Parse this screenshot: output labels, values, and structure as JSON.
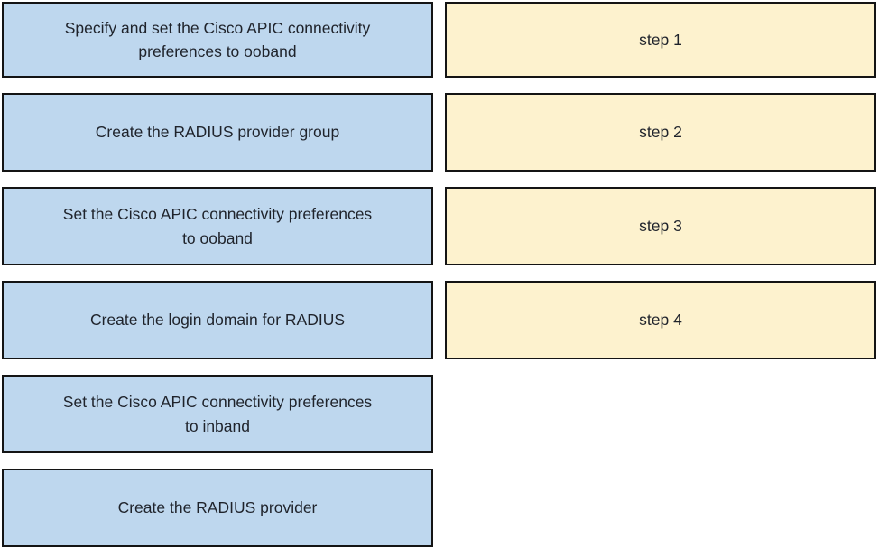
{
  "colors": {
    "option_fill": "#bed7ee",
    "step_fill": "#fdf2ce",
    "border": "#141414",
    "text": "#1f232b",
    "background": "#ffffff"
  },
  "options": [
    {
      "label": "Specify and set the Cisco APIC connectivity\npreferences to ooband"
    },
    {
      "label": "Create the RADIUS provider group"
    },
    {
      "label": "Set the Cisco APIC connectivity preferences\nto ooband"
    },
    {
      "label": "Create the login domain for RADIUS"
    },
    {
      "label": "Set the Cisco APIC connectivity preferences\nto inband"
    },
    {
      "label": "Create the RADIUS provider"
    }
  ],
  "steps": [
    {
      "label": "step 1"
    },
    {
      "label": "step 2"
    },
    {
      "label": "step 3"
    },
    {
      "label": "step 4"
    }
  ]
}
